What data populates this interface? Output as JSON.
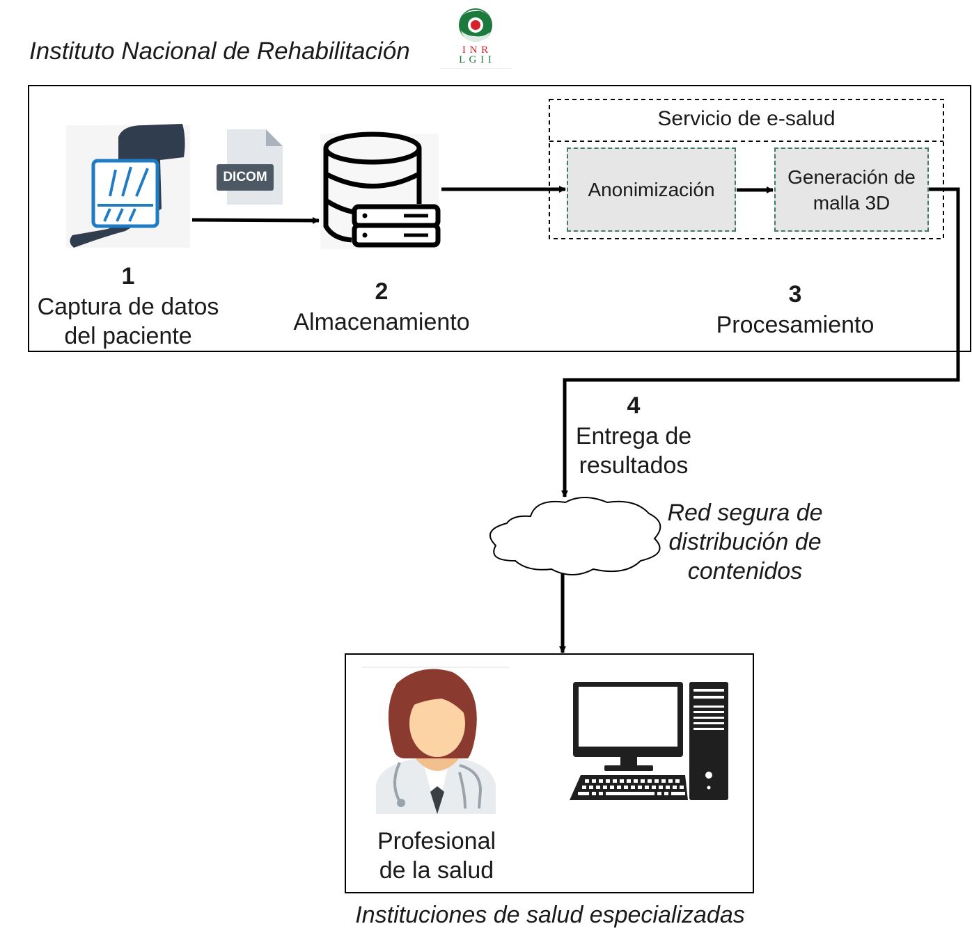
{
  "header": {
    "institution": "Instituto Nacional de Rehabilitación",
    "logo_text_line1": "I N R",
    "logo_text_line2": "L G I I"
  },
  "steps": {
    "capture": {
      "number": "1",
      "label_line1": "Captura de datos",
      "label_line2": "del paciente"
    },
    "storage": {
      "number": "2",
      "label": "Almacenamiento"
    },
    "processing": {
      "number": "3",
      "label": "Procesamiento"
    },
    "delivery": {
      "number": "4",
      "label_line1": "Entrega de",
      "label_line2": "resultados"
    }
  },
  "file_badge": {
    "label": "DICOM"
  },
  "eservice": {
    "title": "Servicio de e-salud",
    "anonymization": "Anonimización",
    "mesh_line1": "Generación de",
    "mesh_line2": "malla 3D"
  },
  "network": {
    "line1": "Red segura de",
    "line2": "distribución de",
    "line3": "contenidos"
  },
  "institutions": {
    "professional_line1": "Profesional",
    "professional_line2": "de la salud",
    "caption": "Instituciones de salud especializadas"
  },
  "colors": {
    "icon_dark": "#2f3d4f",
    "icon_blue": "#1e7bc4",
    "logo_green": "#1d7a3c",
    "logo_red": "#d6202a",
    "process_fill": "#e6e6e6",
    "process_border": "#3f7a66",
    "doctor_hair": "#8b3a2f",
    "doctor_skin": "#fbd3a4",
    "coat": "#e8ecef"
  }
}
